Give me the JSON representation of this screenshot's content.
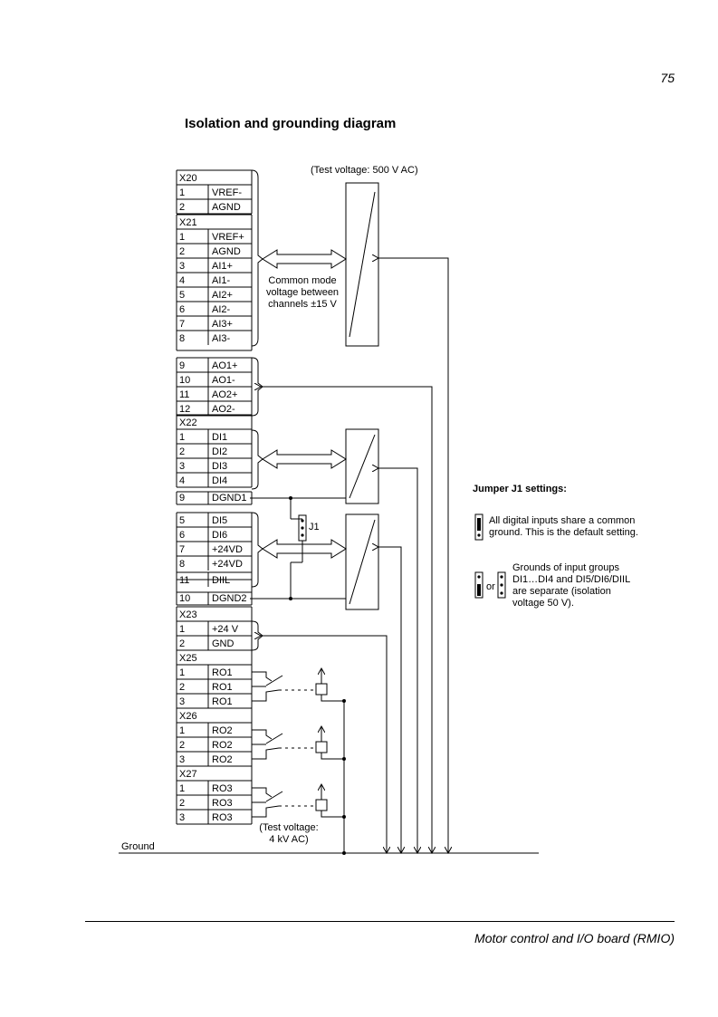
{
  "page_number": "75",
  "title": "Isolation and grounding diagram",
  "footer": "Motor control and I/O board (RMIO)",
  "test_voltage_top": "(Test voltage: 500 V AC)",
  "common_mode": [
    "Common mode",
    "voltage between",
    "channels ±15 V"
  ],
  "test_voltage_bottom": [
    "(Test voltage:",
    "4 kV AC)"
  ],
  "ground_label": "Ground",
  "jumper_label": "J1",
  "jumper_settings": {
    "heading": "Jumper J1 settings:",
    "setting1": [
      "All digital inputs share a common",
      "ground. This is the default setting."
    ],
    "or_label": "or",
    "setting2": [
      "Grounds of input groups",
      "DI1…DI4 and DI5/DI6/DIIL",
      "are separate (isolation",
      "voltage 50 V)."
    ]
  },
  "terminal_blocks": {
    "x20": {
      "header": "X20",
      "rows": [
        [
          "1",
          "VREF-"
        ],
        [
          "2",
          "AGND"
        ]
      ]
    },
    "x21": {
      "header": "X21",
      "rows": [
        [
          "1",
          "VREF+"
        ],
        [
          "2",
          "AGND"
        ],
        [
          "3",
          "AI1+"
        ],
        [
          "4",
          "AI1-"
        ],
        [
          "5",
          "AI2+"
        ],
        [
          "6",
          "AI2-"
        ],
        [
          "7",
          "AI3+"
        ],
        [
          "8",
          "AI3-"
        ]
      ]
    },
    "x21_ao": {
      "rows": [
        [
          "9",
          "AO1+"
        ],
        [
          "10",
          "AO1-"
        ],
        [
          "11",
          "AO2+"
        ],
        [
          "12",
          "AO2-"
        ]
      ]
    },
    "x22": {
      "header": "X22",
      "rows": [
        [
          "1",
          "DI1"
        ],
        [
          "2",
          "DI2"
        ],
        [
          "3",
          "DI3"
        ],
        [
          "4",
          "DI4"
        ]
      ]
    },
    "x22_dgnd1": {
      "rows": [
        [
          "9",
          "DGND1"
        ]
      ]
    },
    "x22_di5": {
      "rows": [
        [
          "5",
          "DI5"
        ],
        [
          "6",
          "DI6"
        ],
        [
          "7",
          "+24VD"
        ],
        [
          "8",
          "+24VD"
        ]
      ]
    },
    "x22_diil": {
      "rows": [
        [
          "11",
          "DIIL"
        ]
      ]
    },
    "x22_dgnd2": {
      "rows": [
        [
          "10",
          "DGND2"
        ]
      ]
    },
    "x23": {
      "header": "X23",
      "rows": [
        [
          "1",
          "+24 V"
        ],
        [
          "2",
          "GND"
        ]
      ]
    },
    "x25": {
      "header": "X25",
      "rows": [
        [
          "1",
          "RO1"
        ],
        [
          "2",
          "RO1"
        ],
        [
          "3",
          "RO1"
        ]
      ]
    },
    "x26": {
      "header": "X26",
      "rows": [
        [
          "1",
          "RO2"
        ],
        [
          "2",
          "RO2"
        ],
        [
          "3",
          "RO2"
        ]
      ]
    },
    "x27": {
      "header": "X27",
      "rows": [
        [
          "1",
          "RO3"
        ],
        [
          "2",
          "RO3"
        ],
        [
          "3",
          "RO3"
        ]
      ]
    }
  }
}
